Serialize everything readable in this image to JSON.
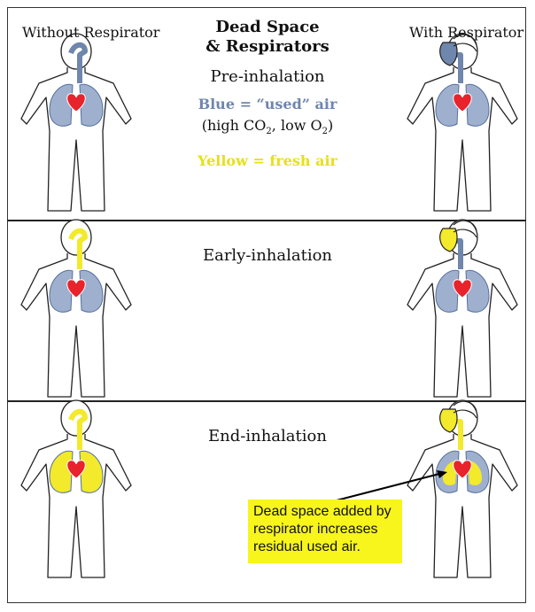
{
  "columns": {
    "left": "Without Respirator",
    "right": "With Respirator"
  },
  "title_line1": "Dead Space",
  "title_line2": "& Respirators",
  "stages": [
    "Pre-inhalation",
    "Early-inhalation",
    "End-inhalation"
  ],
  "legend": {
    "blue_text": "Blue = “used” air",
    "co2_prefix": "(high CO",
    "co2_sub": "2",
    "co2_mid": ", low O",
    "o2_sub": "2",
    "co2_suffix": ")",
    "yellow_text": "Yellow = fresh air"
  },
  "note": "Dead space added by respirator increases residual used air.",
  "colors": {
    "used_air": "#6f86ad",
    "fresh_air": "#f2ea2a",
    "heart": "#e8232b",
    "note_bg": "#f7f51c",
    "lung_blue": "#9fb0cf"
  },
  "panel_states": [
    {
      "stage": "Pre-inhalation",
      "without_airway": "used",
      "without_lungs": "used",
      "with_mask": "used",
      "with_airway": "used",
      "with_lungs": "used"
    },
    {
      "stage": "Early-inhalation",
      "without_airway": "fresh",
      "without_lungs": "used",
      "with_mask": "fresh",
      "with_airway": "used",
      "with_lungs": "used"
    },
    {
      "stage": "End-inhalation",
      "without_airway": "fresh",
      "without_lungs": "fresh",
      "with_mask": "fresh",
      "with_airway": "fresh",
      "with_lungs": "mixed"
    }
  ]
}
